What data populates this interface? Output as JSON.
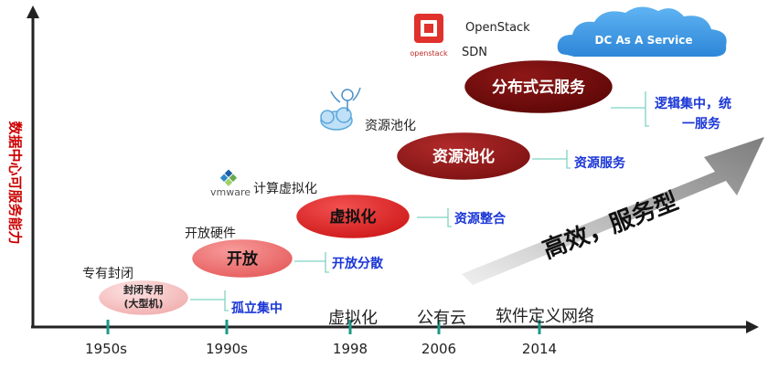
{
  "y_axis_label": "数据中心可服务能力",
  "timeline": [
    {
      "year": "1950s",
      "above": ""
    },
    {
      "year": "1990s",
      "above": ""
    },
    {
      "year": "1998",
      "above": "虚拟化"
    },
    {
      "year": "2006",
      "above": "公有云"
    },
    {
      "year": "2014",
      "above": "软件定义网络"
    }
  ],
  "stages": [
    {
      "caption": "专有封闭",
      "label_line1": "封闭专用",
      "label_line2": "(大型机)",
      "result": "孤立集中"
    },
    {
      "caption": "开放硬件",
      "label_line1": "开放",
      "label_line2": "",
      "result": "开放分散"
    },
    {
      "caption": "计算虚拟化",
      "label_line1": "虚拟化",
      "label_line2": "",
      "result": "资源整合"
    },
    {
      "caption": "资源池化",
      "label_line1": "资源池化",
      "label_line2": "",
      "result": "资源服务"
    },
    {
      "caption": "",
      "label_line1": "分布式云服务",
      "label_line2": "",
      "result_line1": "逻辑集中，统",
      "result_line2": "一服务"
    }
  ],
  "logos": {
    "vmware": "vmware",
    "openstack_wordmark": "openstack",
    "openstack_name": "OpenStack",
    "sdn": "SDN"
  },
  "cloud_label": "DC As A Service",
  "trend_arrow_label": "高效，服务型",
  "colors": {
    "axis": "#222222",
    "tick": "#1a9a86",
    "result_text": "#1a36d6",
    "axis_title": "#cc0000",
    "stage1_fill": "#f5b9b9",
    "stage2_fill": "#ee6b6b",
    "stage3_fill": "#e22222",
    "stage4_fill": "#8e1818",
    "stage5_fill": "#6e0c0c",
    "arrow": "#8a8a8a",
    "cloud": "#3e9ae6"
  }
}
